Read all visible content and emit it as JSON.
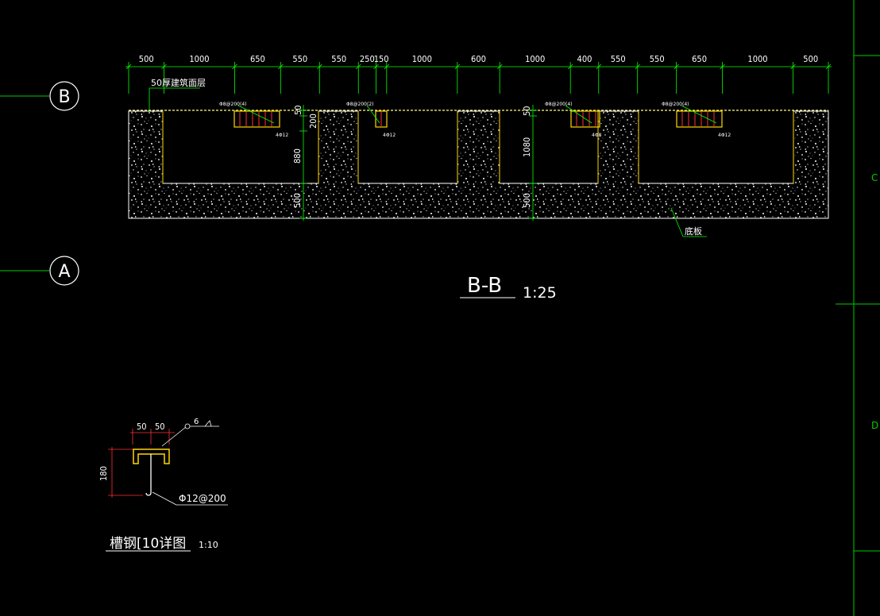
{
  "section_view": {
    "top_dimensions": [
      "500",
      "1000",
      "650",
      "550",
      "550",
      "250",
      "150",
      "1000",
      "600",
      "1000",
      "400",
      "550",
      "550",
      "650",
      "1000",
      "500"
    ],
    "surface_layer_label": "50厚建筑面层",
    "vertical_dims_left": [
      "50",
      "200",
      "880",
      "500"
    ],
    "vertical_dims_right": [
      "50",
      "1080",
      "500"
    ],
    "bottom_plate_label": "底板",
    "title": "B-B",
    "scale": "1:25",
    "rebar_notes": [
      "Φ8@200(4)",
      "Φ8@200(2)",
      "Φ8@200(4)",
      "Φ8@200(4)"
    ],
    "rebar_sub_notes": [
      "4Φ12",
      "4Φ12",
      "4Φ8",
      "4Φ12"
    ]
  },
  "axis_markers": [
    {
      "label": "B"
    },
    {
      "label": "A"
    }
  ],
  "border_labels": [
    "C",
    "D"
  ],
  "detail_view": {
    "dim_top_left": "50",
    "dim_top_right": "50",
    "dim_vertical": "180",
    "weld_size": "6",
    "rebar_label": "Φ12@200",
    "title": "槽钢[10详图",
    "scale": "1:10"
  },
  "colors": {
    "background": "#000000",
    "dimension_lines": "#00ff00",
    "outline": "#ffffff",
    "rebar": "#ff3030",
    "embed": "#ffd700",
    "surface": "#ffff80"
  }
}
